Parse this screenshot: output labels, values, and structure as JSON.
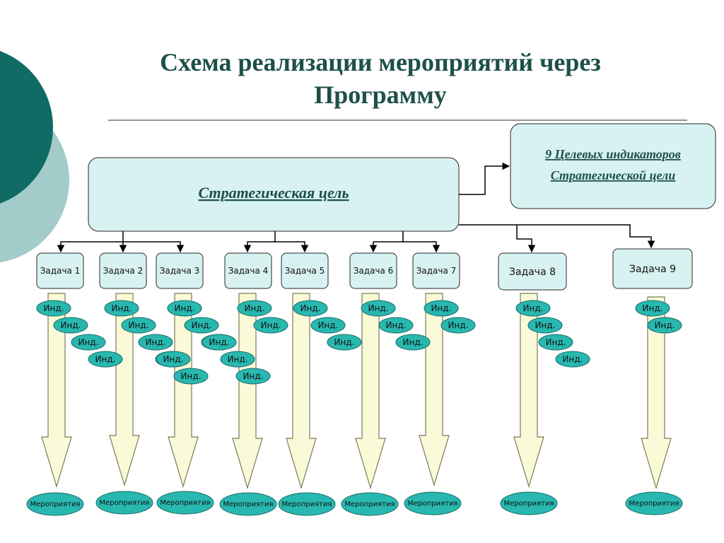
{
  "title": {
    "line1": "Схема реализации мероприятий через",
    "line2": "Программу"
  },
  "goal": "Стратегическая цель",
  "indicators_box": {
    "line1": "9 Целевых индикаторов",
    "line2": "Стратегической цели"
  },
  "indicator_label": "Инд.",
  "event_label": "Мероприятия",
  "colors": {
    "title": "#1d5048",
    "box_fill": "#d7f2f1",
    "indicator_oval": "#28b8b0",
    "arrow_fill": "#fbfad8",
    "decor_dark": "#0f6b63",
    "decor_light": "#a3cbc9"
  },
  "tasks": [
    {
      "label": "Задача 1",
      "indicators": 4
    },
    {
      "label": "Задача 2",
      "indicators": 4
    },
    {
      "label": "Задача 3",
      "indicators": 5
    },
    {
      "label": "Задача 4",
      "indicators": 5
    },
    {
      "label": "Задача 5",
      "indicators": 3
    },
    {
      "label": "Задача 6",
      "indicators": 3
    },
    {
      "label": "Задача 7",
      "indicators": 2
    },
    {
      "label": "Задача 8",
      "indicators": 4
    },
    {
      "label": "Задача 9",
      "indicators": 2
    }
  ]
}
